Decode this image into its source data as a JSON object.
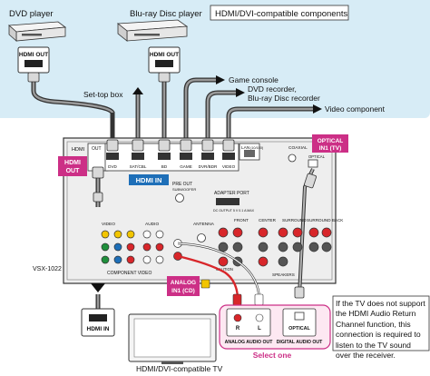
{
  "header": {
    "title": "HDMI/DVI-compatible components"
  },
  "sources": {
    "dvd_player": "DVD player",
    "bluray_player": "Blu-ray Disc player",
    "hdmi_out_1": "HDMI OUT",
    "hdmi_out_2": "HDMI OUT"
  },
  "devices": {
    "game_console": "Game console",
    "dvd_recorder_line1": "DVD recorder,",
    "dvd_recorder_line2": "Blu-ray Disc recorder",
    "video_component": "Video component",
    "set_top_box": "Set-top box"
  },
  "receiver": {
    "model": "VSX-1022",
    "hdmi_label": "HDMI",
    "out_label": "OUT",
    "hdmi_out_callout_1": "HDMI",
    "hdmi_out_callout_2": "OUT",
    "hdmi_in_label": "HDMI IN",
    "inputs": [
      "DVD",
      "SAT/CBL",
      "BD",
      "GAME",
      "DVR/BDR",
      "VIDEO"
    ],
    "lan": "LAN",
    "lan_sub": "(10/100)",
    "coaxial": "COAXIAL",
    "optical": "OPTICAL",
    "optical_in1_line1": "OPTICAL",
    "optical_in1_line2": "IN1 (TV)",
    "pre_out": "PRE OUT",
    "subwoofer": "SUBWOOFER",
    "adapter_port": "ADAPTER PORT",
    "adapter_spec": "DC OUTPUT\n5 V 0.1 A MAX",
    "video": "VIDEO",
    "audio": "AUDIO",
    "antenna": "ANTENNA",
    "front": "FRONT",
    "center": "CENTER",
    "surround": "SURROUND",
    "surround_back": "SURROUND BACK",
    "speakers": "SPEAKERS",
    "component_video": "COMPONENT VIDEO",
    "caution": "CAUTION",
    "analog_in1_line1": "ANALOG",
    "analog_in1_line2": "IN1 (CD)"
  },
  "tv": {
    "hdmi_in": "HDMI IN",
    "label": "HDMI/DVI-compatible TV"
  },
  "tv_outputs": {
    "r": "R",
    "l": "L",
    "optical": "OPTICAL",
    "analog_audio_out": "ANALOG AUDIO OUT",
    "digital_audio_out": "DIGITAL AUDIO OUT",
    "select_one": "Select one"
  },
  "note": "If the TV does not support the HDMI Audio Return Channel function, this connection is required to listen to the TV sound over the receiver.",
  "colors": {
    "panel_bg": "#d7ecf6",
    "callout_pink": "#cc2f86",
    "hdmi_in_blue": "#1e6fb8",
    "rca_red": "#d8262a",
    "rca_white": "#ffffff",
    "rca_yellow": "#f2c500"
  }
}
